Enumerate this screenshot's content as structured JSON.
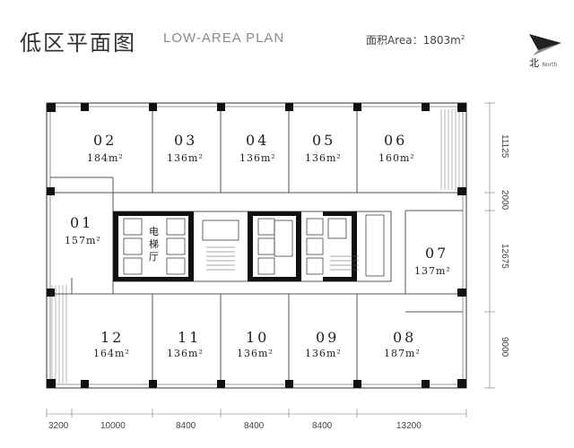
{
  "header": {
    "title_cn": "低区平面图",
    "title_en": "LOW-AREA PLAN",
    "area_label": "面积Area：1803m",
    "area_sup": "2"
  },
  "compass": {
    "label_cn": "北",
    "label_en": "North"
  },
  "core": {
    "elevator_hall": [
      "电",
      "梯",
      "厅"
    ]
  },
  "rooms": [
    {
      "id": "02",
      "area": "184m²"
    },
    {
      "id": "03",
      "area": "136m²"
    },
    {
      "id": "04",
      "area": "136m²"
    },
    {
      "id": "05",
      "area": "136m²"
    },
    {
      "id": "06",
      "area": "160m²"
    },
    {
      "id": "01",
      "area": "157m²"
    },
    {
      "id": "07",
      "area": "137m²"
    },
    {
      "id": "12",
      "area": "164m²"
    },
    {
      "id": "11",
      "area": "136m²"
    },
    {
      "id": "10",
      "area": "136m²"
    },
    {
      "id": "09",
      "area": "136m²"
    },
    {
      "id": "08",
      "area": "187m²"
    }
  ],
  "dims_bottom": [
    "3200",
    "10000",
    "8400",
    "8400",
    "8400",
    "13200"
  ],
  "dims_right": [
    "11125",
    "2000",
    "12675",
    "9000"
  ],
  "colors": {
    "wall": "#111111",
    "line": "#555555"
  }
}
